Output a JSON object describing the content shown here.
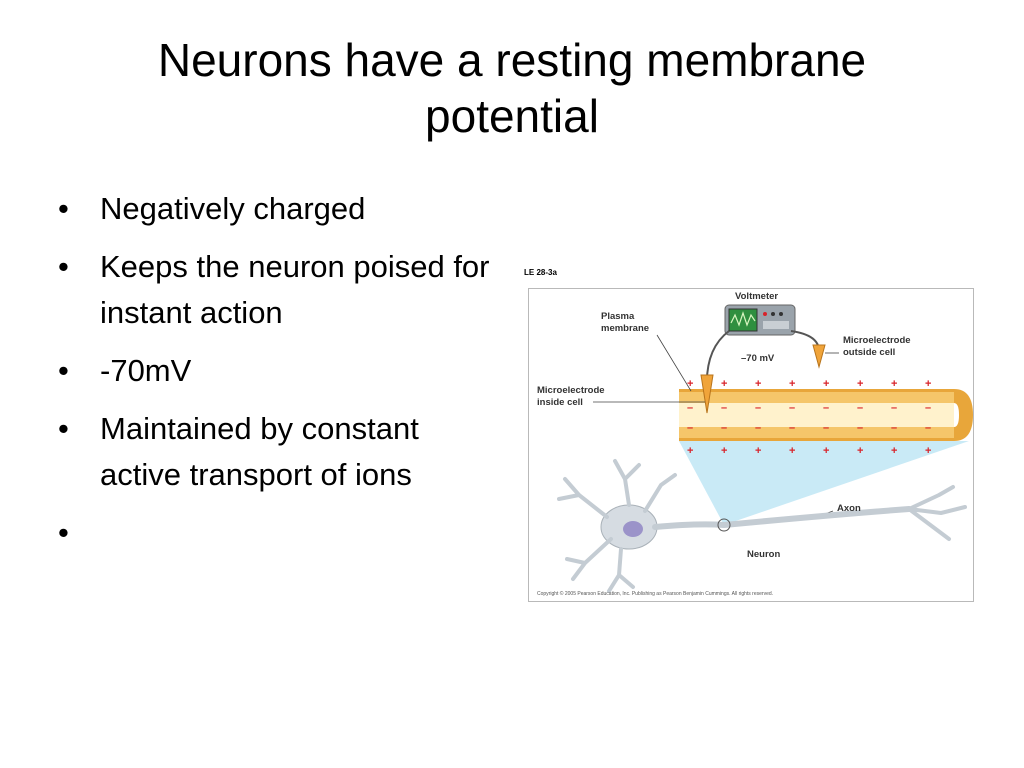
{
  "slide": {
    "title_line1": "Neurons have a resting membrane",
    "title_line2": "potential",
    "bullets": [
      "Negatively charged",
      "Keeps the neuron poised for instant action",
      "-70mV",
      "Maintained by constant active transport of ions",
      ""
    ]
  },
  "figure": {
    "id": "LE 28-3a",
    "labels": {
      "voltmeter": "Voltmeter",
      "plasma_membrane_1": "Plasma",
      "plasma_membrane_2": "membrane",
      "reading": "–70 mV",
      "outside_1": "Microelectrode",
      "outside_2": "outside cell",
      "inside_1": "Microelectrode",
      "inside_2": "inside cell",
      "axon": "Axon",
      "neuron": "Neuron"
    },
    "plus_sign": "+",
    "minus_sign": "–",
    "copyright": "Copyright © 2005 Pearson Education, Inc. Publishing as Pearson Benjamin Cummings. All rights reserved.",
    "colors": {
      "membrane": "#f5c66a",
      "membrane_edge": "#e8a63a",
      "cytoplasm": "#fff2cc",
      "cone": "#bfe6f5",
      "plus": "#d8232a",
      "minus": "#d8232a",
      "neuron": "#cfd6dc"
    }
  }
}
